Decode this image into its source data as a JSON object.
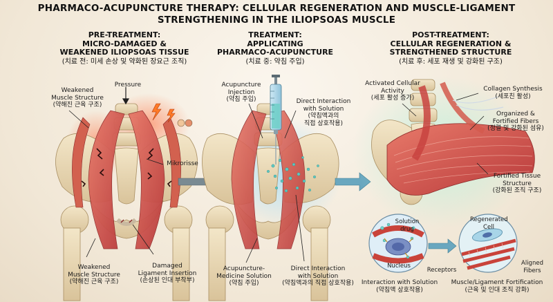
{
  "title": {
    "line1": "PHARMACO-ACUPUNCTURE THERAPY: CELLULAR REGENERATION AND MUSCLE-LIGAMENT",
    "line2": "STRENGTHENING IN THE ILIOPSOAS MUSCLE"
  },
  "panels": [
    {
      "heading": [
        "PRE-TREATMENT:",
        "MICRO-DAMAGED &",
        "WEAKENED ILIOPSOAS TISSUE"
      ],
      "heading_ko": "(치료 전: 미세 손상 및 약화된 장요근 조직)"
    },
    {
      "heading": [
        "TREATMENT:",
        "APPLICATING",
        "PHARMACO-ACUPUNCTURE"
      ],
      "heading_ko": "(치료 중: 약침 주입)"
    },
    {
      "heading": [
        "POST-TREATMENT:",
        "CELLULAR REGENERATION &",
        "STRENGTHENED STRUCTURE"
      ],
      "heading_ko": "(치료 후: 세포 재생 및 강화된 구조)"
    }
  ],
  "labels": {
    "weakened_muscle_top": {
      "en": [
        "Weakened",
        "Muscle Structure"
      ],
      "ko": "(약해진 근육 구조)"
    },
    "pressure": {
      "en": [
        "Pressure"
      ]
    },
    "mikrorisse": {
      "en": [
        "Mikrorisse"
      ]
    },
    "weakened_muscle_bottom": {
      "en": [
        "Weakened",
        "Muscle Structure"
      ],
      "ko": "(약해진 근육 구조)"
    },
    "damaged_ligament": {
      "en": [
        "Damaged",
        "Ligament Insertion"
      ],
      "ko": "(손상된 인대 부착부)"
    },
    "acupuncture_injection": {
      "en": [
        "Acupuncture",
        "Injection"
      ],
      "ko": "(약침 주입)"
    },
    "direct_interaction_top": {
      "en": [
        "Direct Interaction",
        "with Solution"
      ],
      "ko": [
        "(약침액과의",
        "직접 상호작용)"
      ]
    },
    "acupuncture_medicine": {
      "en": [
        "Acupuncture-",
        "Medicine Solution"
      ],
      "ko": "(약침 주입)"
    },
    "direct_interaction_bottom": {
      "en": [
        "Direct Interaction",
        "with Solution"
      ],
      "ko": "(약침액과의 직접 상호작용)"
    },
    "activated_cellular": {
      "en": [
        "Activated Cellular",
        "Activity"
      ],
      "ko": "(세포 활성 증가)"
    },
    "collagen_synthesis": {
      "en": [
        "Collagen Synthesis"
      ],
      "ko": "(세포친 활성)"
    },
    "organized_fibers": {
      "en": [
        "Organized &",
        "Fortified Fibers"
      ],
      "ko": "(정렬 및 강화된 섬유)"
    },
    "fortified_tissue": {
      "en": [
        "Fortified Tissue",
        "Structure"
      ],
      "ko": "(강화된 조직 구조)"
    },
    "solution_drug": {
      "en": [
        "Solution",
        "drug"
      ]
    },
    "nucleus": {
      "en": [
        "Nucleus"
      ]
    },
    "receptors": {
      "en": [
        "Receptors"
      ]
    },
    "regenerated_cell": {
      "en": [
        "Regenerated",
        "Cell"
      ]
    },
    "aligned_fibers": {
      "en": [
        "Aligned",
        "Fibers"
      ]
    },
    "interaction_with_solution": {
      "en": [
        "Interaction with Solution"
      ],
      "ko": "(약침액 상호작용)"
    },
    "muscle_fortification": {
      "en": [
        "Muscle/Ligament Fortification"
      ],
      "ko": "(근육 및 인대 조직 강화)"
    }
  }
}
